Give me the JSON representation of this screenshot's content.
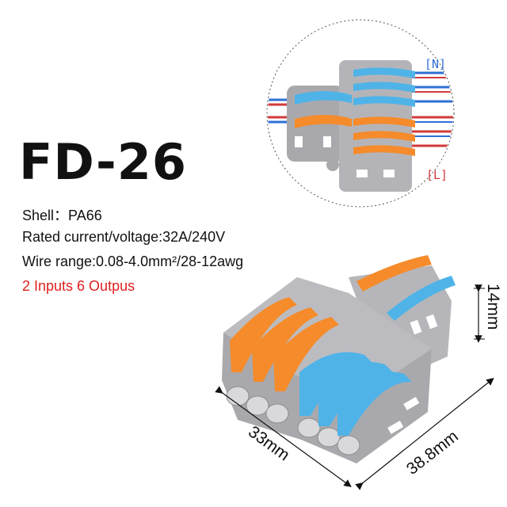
{
  "product": {
    "model": "FD-26",
    "specs": {
      "shell": "Shell：PA66",
      "rating": "Rated current/voltage:32A/240V",
      "wire_range": "Wire range:0.08-4.0mm²/28-12awg",
      "io": "2 Inputs 6 Outpus"
    }
  },
  "inset": {
    "tag_top": "[N]",
    "tag_bottom": "[L]"
  },
  "dimensions": {
    "width": "33mm",
    "depth": "38.8mm",
    "height": "14mm"
  },
  "colors": {
    "lever_orange": "#f58b2b",
    "lever_blue": "#4fb3e8",
    "housing_gray": "#a9a9ad",
    "io_text": "#e02020",
    "wire_blue": "#2f6fd6",
    "wire_red": "#d23a3a"
  }
}
